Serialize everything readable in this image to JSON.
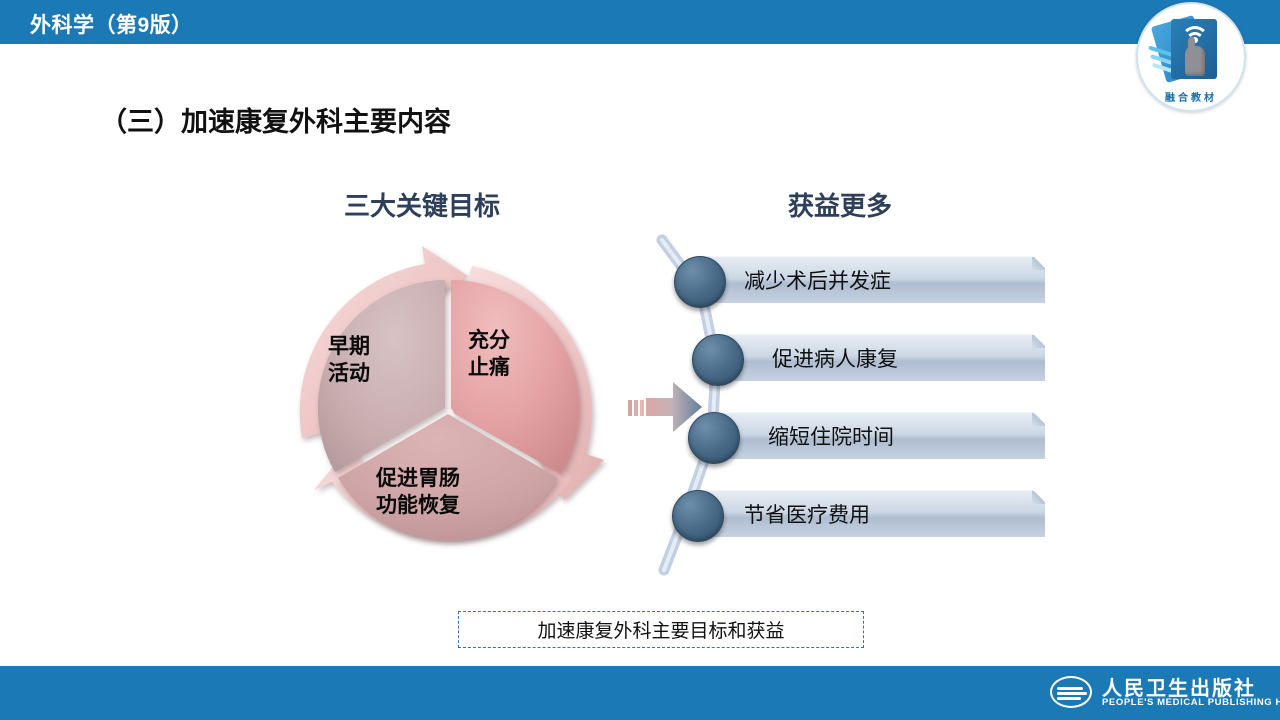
{
  "header": {
    "title": "外科学（第9版）",
    "bar_color": "#1b79b5",
    "badge": {
      "label": "融合教材",
      "icon": "wifi-hand-book-icon"
    }
  },
  "slide": {
    "title": "（三）加速康复外科主要内容",
    "title_color": "#111111"
  },
  "sections": {
    "left_heading": "三大关键目标",
    "right_heading": "获益更多",
    "heading_color": "#2e3f5c"
  },
  "cycle": {
    "segments": [
      {
        "id": "top-right",
        "line1": "充分",
        "line2": "止痛",
        "fill": "#e3a0a2"
      },
      {
        "id": "left",
        "line1": "早期",
        "line2": "活动",
        "fill": "#c7acae"
      },
      {
        "id": "bottom",
        "line1": "促进胃肠",
        "line2": "功能恢复",
        "fill": "#cfa4a6"
      }
    ],
    "ring_color": "#efc9c9",
    "arrow_direction": "clockwise"
  },
  "mid_arrow": {
    "name": "pink-to-blue-arrow",
    "from_color": "#d9a0a0",
    "to_color": "#6b8aa6"
  },
  "benefits": {
    "connector_color": "#c2d0e2",
    "dot_color": "#3f6481",
    "items": [
      {
        "text": "减少术后并发症"
      },
      {
        "text": "促进病人康复"
      },
      {
        "text": "缩短住院时间"
      },
      {
        "text": "节省医疗费用"
      }
    ]
  },
  "caption": {
    "text": "加速康复外科主要目标和获益",
    "border_color": "#3d6fb0"
  },
  "footer": {
    "bar_color": "#1b79b5",
    "publisher_cn": "人民卫生出版社",
    "publisher_en": "PEOPLE'S MEDICAL PUBLISHING HOUSE"
  }
}
